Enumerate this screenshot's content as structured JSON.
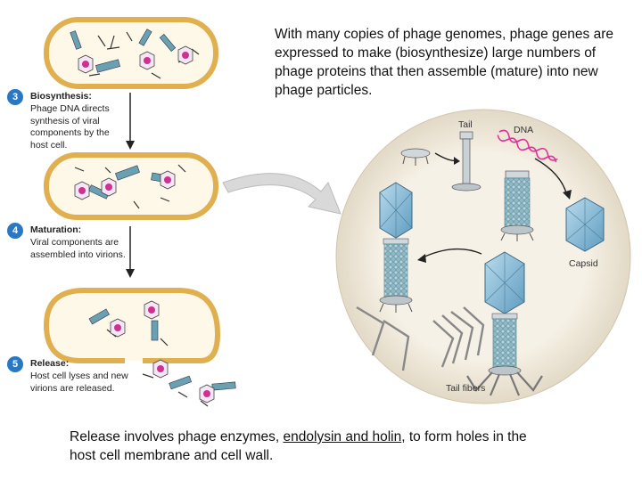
{
  "top_text": "With many copies of phage genomes, phage genes are expressed to make (biosynthesize) large numbers of phage proteins that then assemble (mature) into new phage particles.",
  "steps": [
    {
      "num": "3",
      "title": "Biosynthesis:",
      "desc": "Phage DNA directs synthesis of viral components by the host cell."
    },
    {
      "num": "4",
      "title": "Maturation:",
      "desc": "Viral components are assembled into virions."
    },
    {
      "num": "5",
      "title": "Release:",
      "desc": "Host cell lyses and new virions are released."
    }
  ],
  "labels": {
    "tail": "Tail",
    "dna": "DNA",
    "capsid": "Capsid",
    "tail_fibers": "Tail fibers"
  },
  "bottom_text": {
    "before": "Release involves phage enzymes, ",
    "underlined": "endolysin and holin",
    "after": ", to form holes in the host cell membrane and cell wall."
  },
  "colors": {
    "cell_border": "#e0b050",
    "cell_fill": "#fdf8e8",
    "capsid": "#7fb8d6",
    "dna": "#e0309a",
    "step_badge": "#2a78c4",
    "tail": "#9fc3cf"
  }
}
